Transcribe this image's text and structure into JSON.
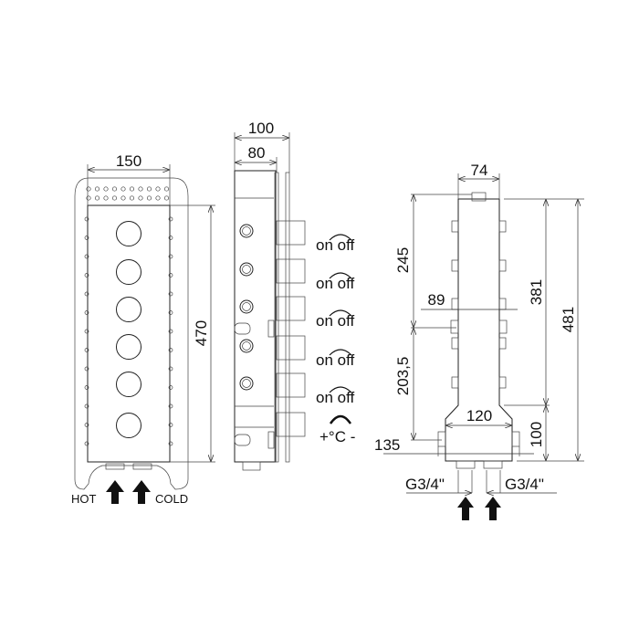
{
  "front_view": {
    "width_dim": "150",
    "height_dim": "470",
    "hot_label": "HOT",
    "cold_label": "COLD"
  },
  "side_view": {
    "depth_total_dim": "100",
    "depth_body_dim": "80",
    "control_labels": [
      "on off",
      "on off",
      "on off",
      "on off",
      "on off"
    ],
    "thermostat_label": "+°C -"
  },
  "back_view": {
    "body_width_dim": "74",
    "upper_height_dim": "245",
    "lower_height_dim": "203,5",
    "bracket_width_dim": "89",
    "total_height_dim": "481",
    "body_height_dim": "381",
    "base_width_dim": "120",
    "base_height_dim": "100",
    "base_bracket_dim": "135",
    "inlet_left_label": "G3/4\"",
    "inlet_right_label": "G3/4\""
  }
}
